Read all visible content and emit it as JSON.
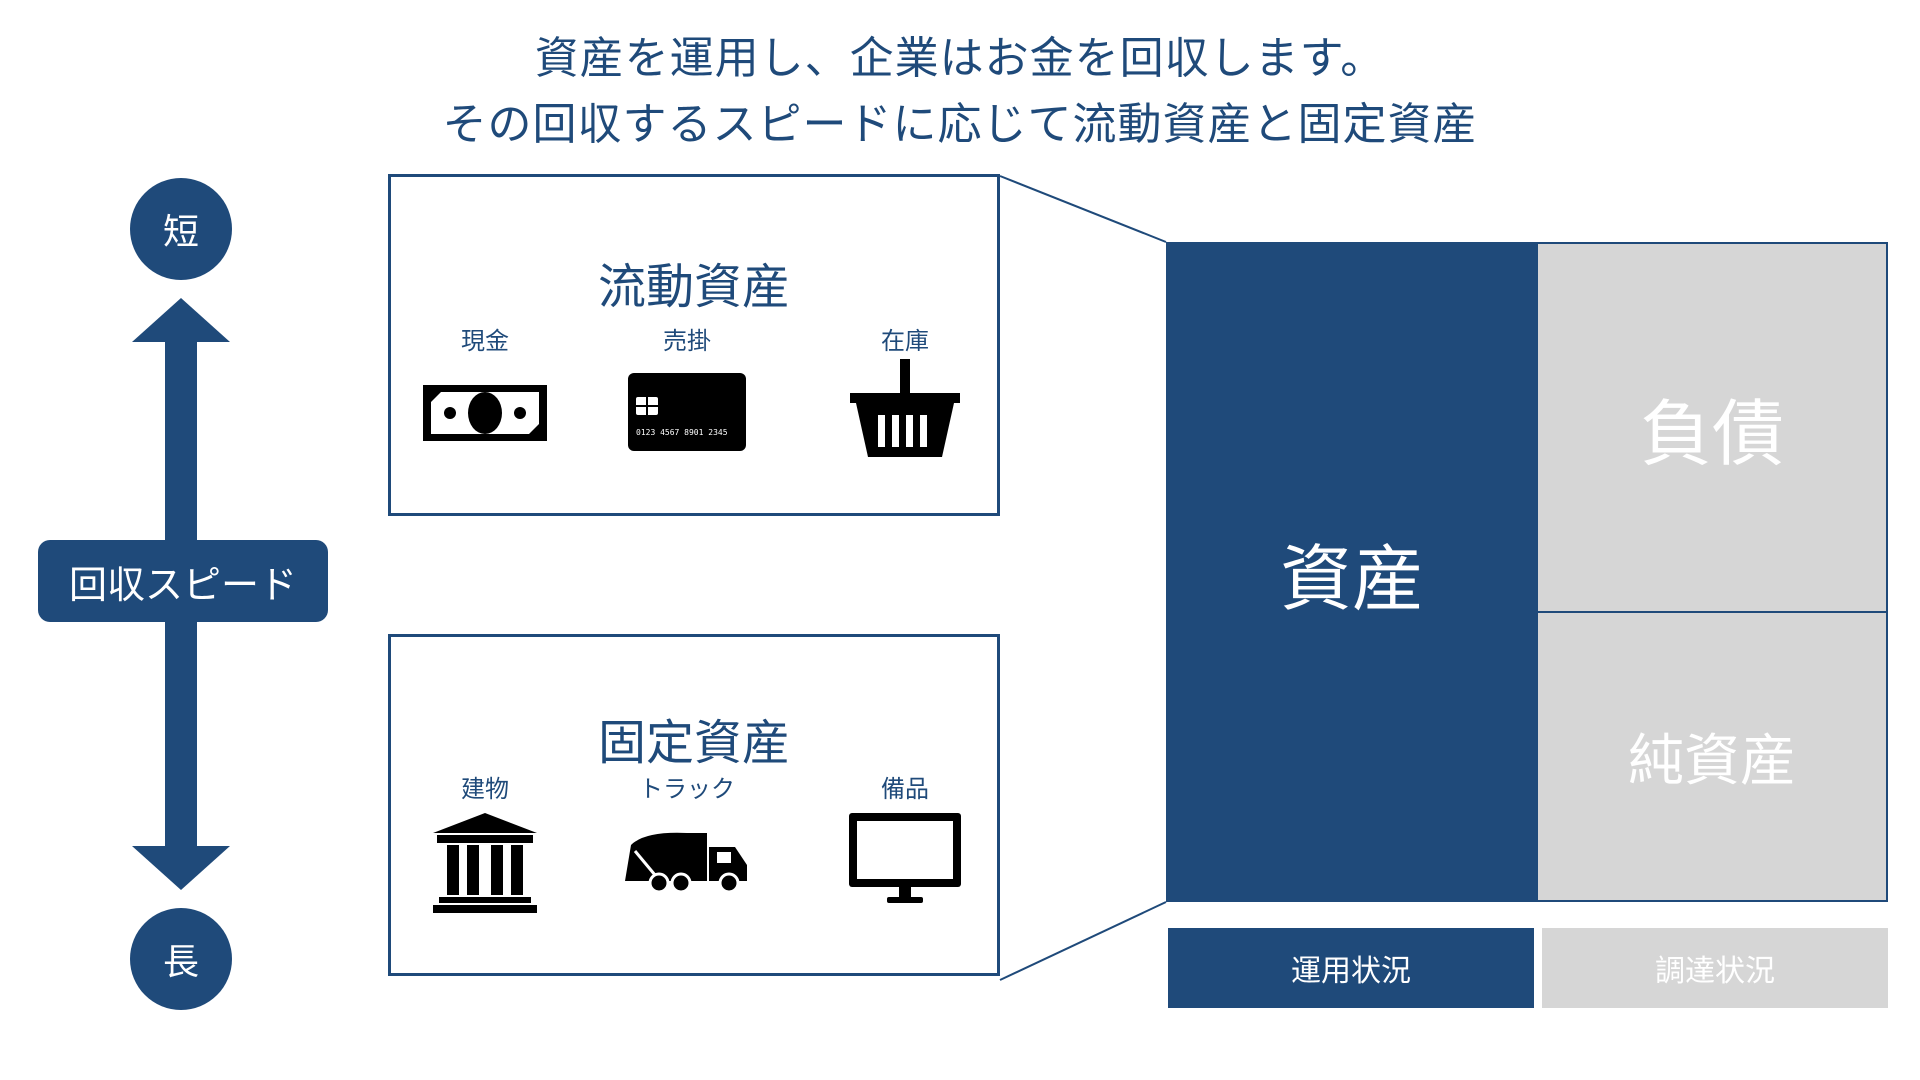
{
  "title": {
    "line1": "資産を運用し、企業はお金を回収します。",
    "line2": "その回収するスピードに応じて流動資産と固定資産"
  },
  "speed_axis": {
    "top_label": "短",
    "bottom_label": "長",
    "center_label": "回収スピード"
  },
  "current_assets": {
    "title": "流動資産",
    "items": [
      {
        "label": "現金",
        "icon": "cash-icon"
      },
      {
        "label": "売掛",
        "icon": "credit-card-icon"
      },
      {
        "label": "在庫",
        "icon": "basket-icon"
      }
    ],
    "card_number": "0123 4567 8901 2345"
  },
  "fixed_assets": {
    "title": "固定資産",
    "items": [
      {
        "label": "建物",
        "icon": "building-icon"
      },
      {
        "label": "トラック",
        "icon": "truck-icon"
      },
      {
        "label": "備品",
        "icon": "monitor-icon"
      }
    ]
  },
  "balance_sheet": {
    "assets": "資産",
    "liabilities": "負債",
    "net_assets": "純資産",
    "footer_left": "運用状況",
    "footer_right": "調達状況"
  },
  "colors": {
    "primary": "#1f4a7a",
    "gray": "#d6d6d6",
    "icon": "#000000"
  }
}
